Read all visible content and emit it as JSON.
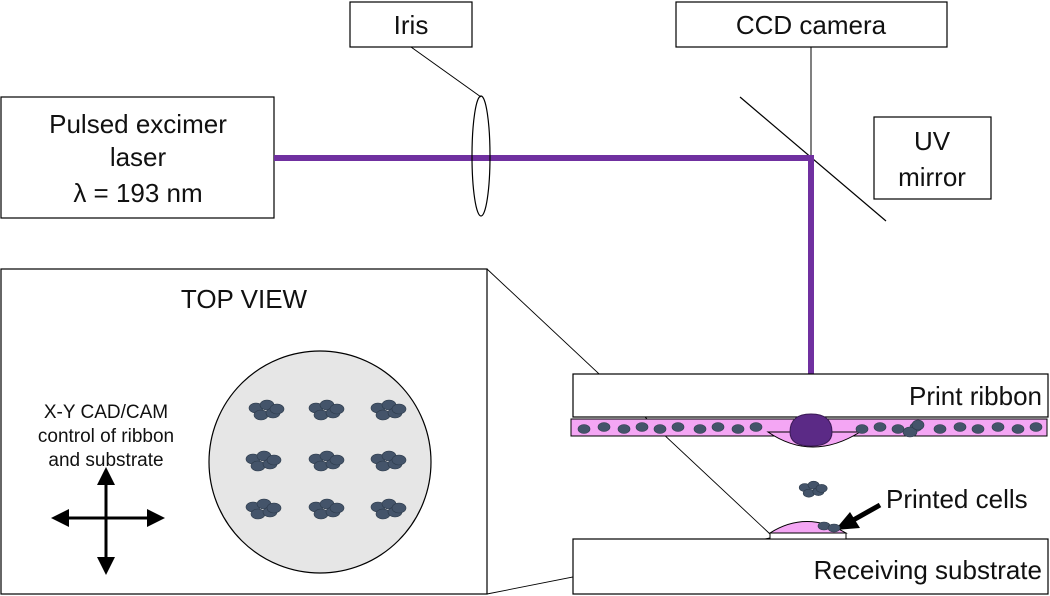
{
  "labels": {
    "laser_line1": "Pulsed excimer",
    "laser_line2": "laser",
    "laser_line3": "λ = 193 nm",
    "iris": "Iris",
    "ccd": "CCD camera",
    "uv_line1": "UV",
    "uv_line2": "mirror",
    "top_view": "TOP VIEW",
    "xy_line1": "X-Y CAD/CAM",
    "xy_line2": "control of ribbon",
    "xy_line3": "and substrate",
    "print_ribbon": "Print ribbon",
    "printed_cells": "Printed cells",
    "receiving_substrate": "Receiving substrate"
  },
  "colors": {
    "beam": "#7030a0",
    "cell": "#44546a",
    "medium": "#f4a6f4",
    "disc": "#e6e6e6",
    "line": "#000000"
  }
}
